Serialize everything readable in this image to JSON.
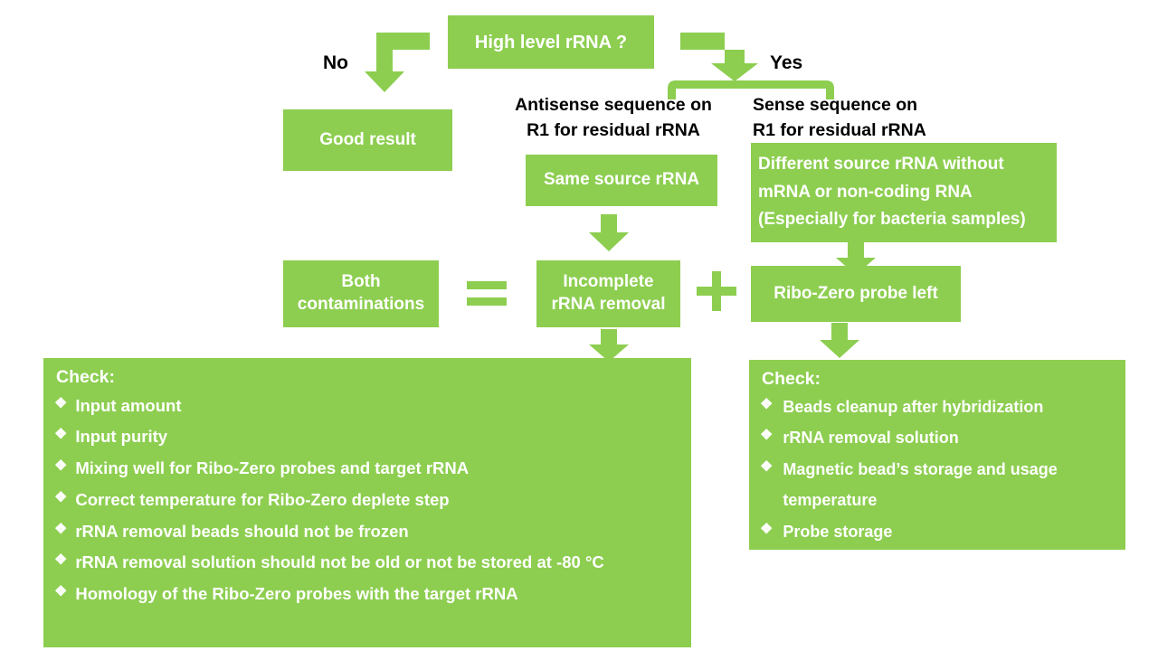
{
  "diagram": {
    "title_node": {
      "label": "High level rRNA ?"
    },
    "branches": {
      "no_label": "No",
      "yes_label": "Yes"
    },
    "nodes": {
      "good_result": "Good result",
      "antisense_caption": "Antisense sequence on\nR1 for residual rRNA",
      "sense_caption": "Sense sequence on\nR1 for residual rRNA",
      "same_source": "Same source rRNA",
      "different_source": "Different source rRNA without\nmRNA or non-coding RNA\n(Especially for bacteria samples)",
      "both_contaminations": "Both\ncontaminations",
      "incomplete_removal": "Incomplete\nrRNA removal",
      "ribozero_probe_left": "Ribo-Zero probe left"
    },
    "operators": {
      "equals": "=",
      "plus": "+"
    },
    "check_left": {
      "title": "Check:",
      "bullet": "❖",
      "items": [
        "Input amount",
        "Input purity",
        "Mixing well for Ribo-Zero probes and target rRNA",
        "Correct temperature for  Ribo-Zero deplete step",
        "rRNA removal beads should not be frozen",
        "rRNA removal solution should not be old or not be stored at -80 °C",
        "Homology of the Ribo-Zero probes with the target rRNA"
      ]
    },
    "check_right": {
      "title": "Check:",
      "bullet": "❖",
      "items": [
        "Beads cleanup after hybridization",
        "rRNA removal solution",
        "Magnetic bead’s storage and usage temperature",
        "Probe storage"
      ]
    },
    "colors": {
      "green": "#8DCE50",
      "text_on_green": "#ffffff",
      "text_plain": "#000000",
      "background": "#ffffff"
    }
  }
}
